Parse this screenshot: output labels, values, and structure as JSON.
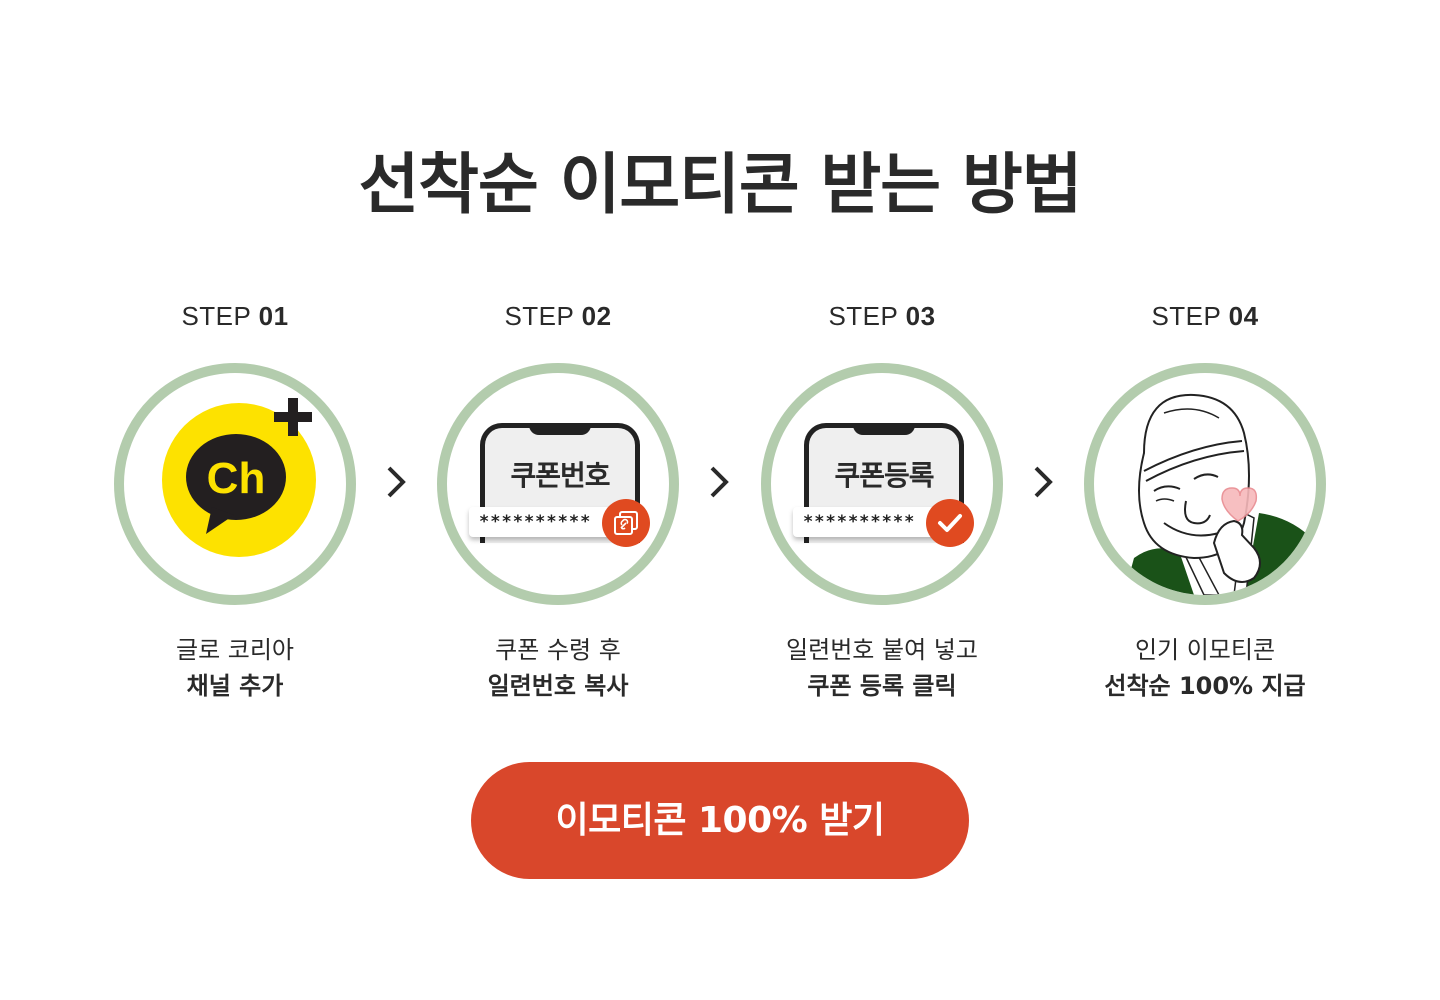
{
  "title": "선착순 이모티콘 받는 방법",
  "steps": [
    {
      "label_prefix": "STEP",
      "label_num": "01",
      "icon": "kakao-channel-plus-icon",
      "icon_text": "Ch",
      "caption_line1": "글로 코리아",
      "caption_line2": "채널 추가"
    },
    {
      "label_prefix": "STEP",
      "label_num": "02",
      "icon": "phone-coupon-copy-icon",
      "screen_text": "쿠폰번호",
      "code": "**********",
      "badge_icon": "copy-link-icon",
      "caption_line1": "쿠폰 수령 후",
      "caption_line2": "일련번호 복사"
    },
    {
      "label_prefix": "STEP",
      "label_num": "03",
      "icon": "phone-coupon-register-icon",
      "screen_text": "쿠폰등록",
      "code": "**********",
      "badge_icon": "checkmark-icon",
      "caption_line1": "일련번호 붙여 넣고",
      "caption_line2": "쿠폰 등록 클릭"
    },
    {
      "label_prefix": "STEP",
      "label_num": "04",
      "icon": "emoticon-character-heart-icon",
      "caption_line1": "인기 이모티콘",
      "caption_line2": "선착순 100% 지급"
    }
  ],
  "arrows": [
    "chevron-right-icon",
    "chevron-right-icon",
    "chevron-right-icon"
  ],
  "cta": {
    "label": "이모티콘 100% 받기"
  },
  "colors": {
    "ring": "#b3ccad",
    "kakao_yellow": "#fde200",
    "accent_red": "#d9472b",
    "badge_red": "#e04a20",
    "text": "#2a2a2a",
    "character_green": "#1a5218"
  }
}
